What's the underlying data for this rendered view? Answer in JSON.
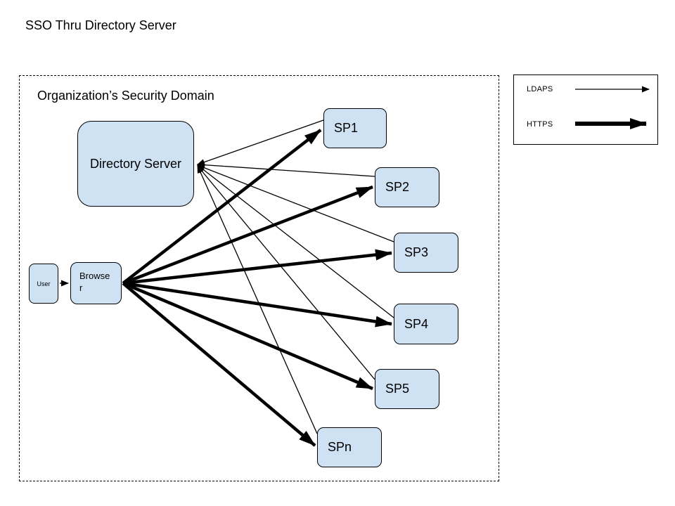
{
  "title": "SSO Thru Directory Server",
  "security_domain": {
    "label": "Organization’s Security Domain"
  },
  "legend": {
    "ldaps_label": "LDAPS",
    "https_label": "HTTPS"
  },
  "nodes": {
    "directory_server": "Directory Server",
    "user": "User",
    "browser": "Browser",
    "sp1": "SP1",
    "sp2": "SP2",
    "sp3": "SP3",
    "sp4": "SP4",
    "sp5": "SP5",
    "spn": "SPn"
  },
  "edges": {
    "ldaps": [
      {
        "from": "SP1",
        "to": "Directory Server"
      },
      {
        "from": "SP2",
        "to": "Directory Server"
      },
      {
        "from": "SP3",
        "to": "Directory Server"
      },
      {
        "from": "SP4",
        "to": "Directory Server"
      },
      {
        "from": "SP5",
        "to": "Directory Server"
      },
      {
        "from": "SPn",
        "to": "Directory Server"
      }
    ],
    "https": [
      {
        "from": "Browser",
        "to": "SP1"
      },
      {
        "from": "Browser",
        "to": "SP2"
      },
      {
        "from": "Browser",
        "to": "SP3"
      },
      {
        "from": "Browser",
        "to": "SP4"
      },
      {
        "from": "Browser",
        "to": "SP5"
      },
      {
        "from": "Browser",
        "to": "SPn"
      }
    ],
    "user_flow": {
      "from": "User",
      "to": "Browser"
    }
  },
  "colors": {
    "background": "#ffffff",
    "node_fill": "#cfe2f3",
    "node_border": "#000000",
    "arrow": "#000000"
  }
}
